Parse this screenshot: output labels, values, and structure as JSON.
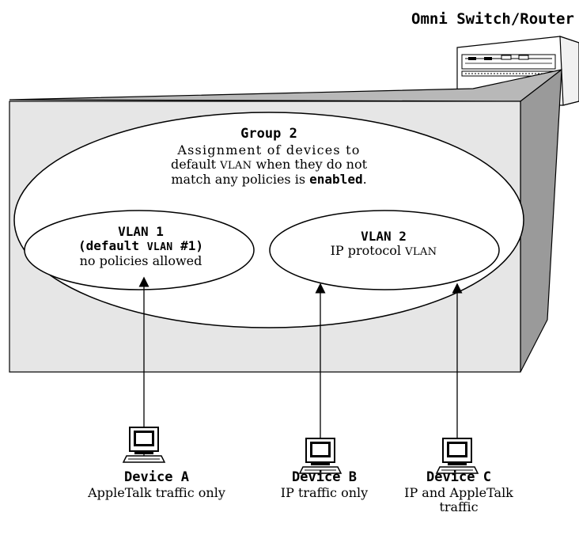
{
  "switch": {
    "title": "Omni Switch/Router"
  },
  "group": {
    "title": "Group 2",
    "desc_line1": "Assignment of devices to",
    "desc_line2_a": "default",
    "desc_line2_vlan": "VLAN",
    "desc_line2_b": "when they do not",
    "desc_line3_a": "match any policies is",
    "desc_line3_bold": "enabled",
    "desc_line3_end": "."
  },
  "vlan1": {
    "title": "VLAN 1",
    "subtitle_a": "(default",
    "subtitle_vlan": "VLAN",
    "subtitle_b": "#1)",
    "desc": "no policies allowed"
  },
  "vlan2": {
    "title": "VLAN 2",
    "desc_a": "IP protocol",
    "desc_vlan": "VLAN"
  },
  "devices": [
    {
      "name": "Device A",
      "desc_line1": "AppleTalk traffic only",
      "desc_line2": ""
    },
    {
      "name": "Device B",
      "desc_line1": "IP traffic only",
      "desc_line2": ""
    },
    {
      "name": "Device C",
      "desc_line1": "IP and AppleTalk",
      "desc_line2": "traffic"
    }
  ],
  "icons": {
    "device": "computer-icon",
    "switch": "switch-router-icon"
  },
  "colors": {
    "panel_fill": "#e6e6e6",
    "panel_dark": "#9a9a9a",
    "panel_top": "#b8b8b8",
    "line": "#000000"
  }
}
